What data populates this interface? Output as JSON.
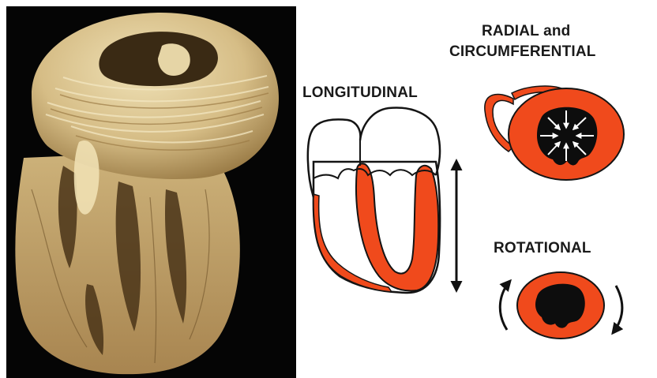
{
  "labels": {
    "longitudinal": "LONGITUDINAL",
    "radial_line1": "RADIAL and",
    "radial_line2": "CIRCUMFERENTIAL",
    "rotational": "ROTATIONAL"
  },
  "colors": {
    "myocardium": "#f04a1c",
    "outline": "#141414",
    "arrow": "#111111",
    "photo_background": "#050505",
    "tissue_light": "#e8d9ae",
    "tissue_mid": "#c9ad74",
    "tissue_dark": "#6e5128"
  },
  "icons": {
    "photo": "dissected-heart-specimen",
    "longitudinal": "heart-long-axis-section-icon",
    "radial": "heart-short-axis-inward-arrows-icon",
    "rotational": "heart-short-axis-rotation-icon"
  }
}
